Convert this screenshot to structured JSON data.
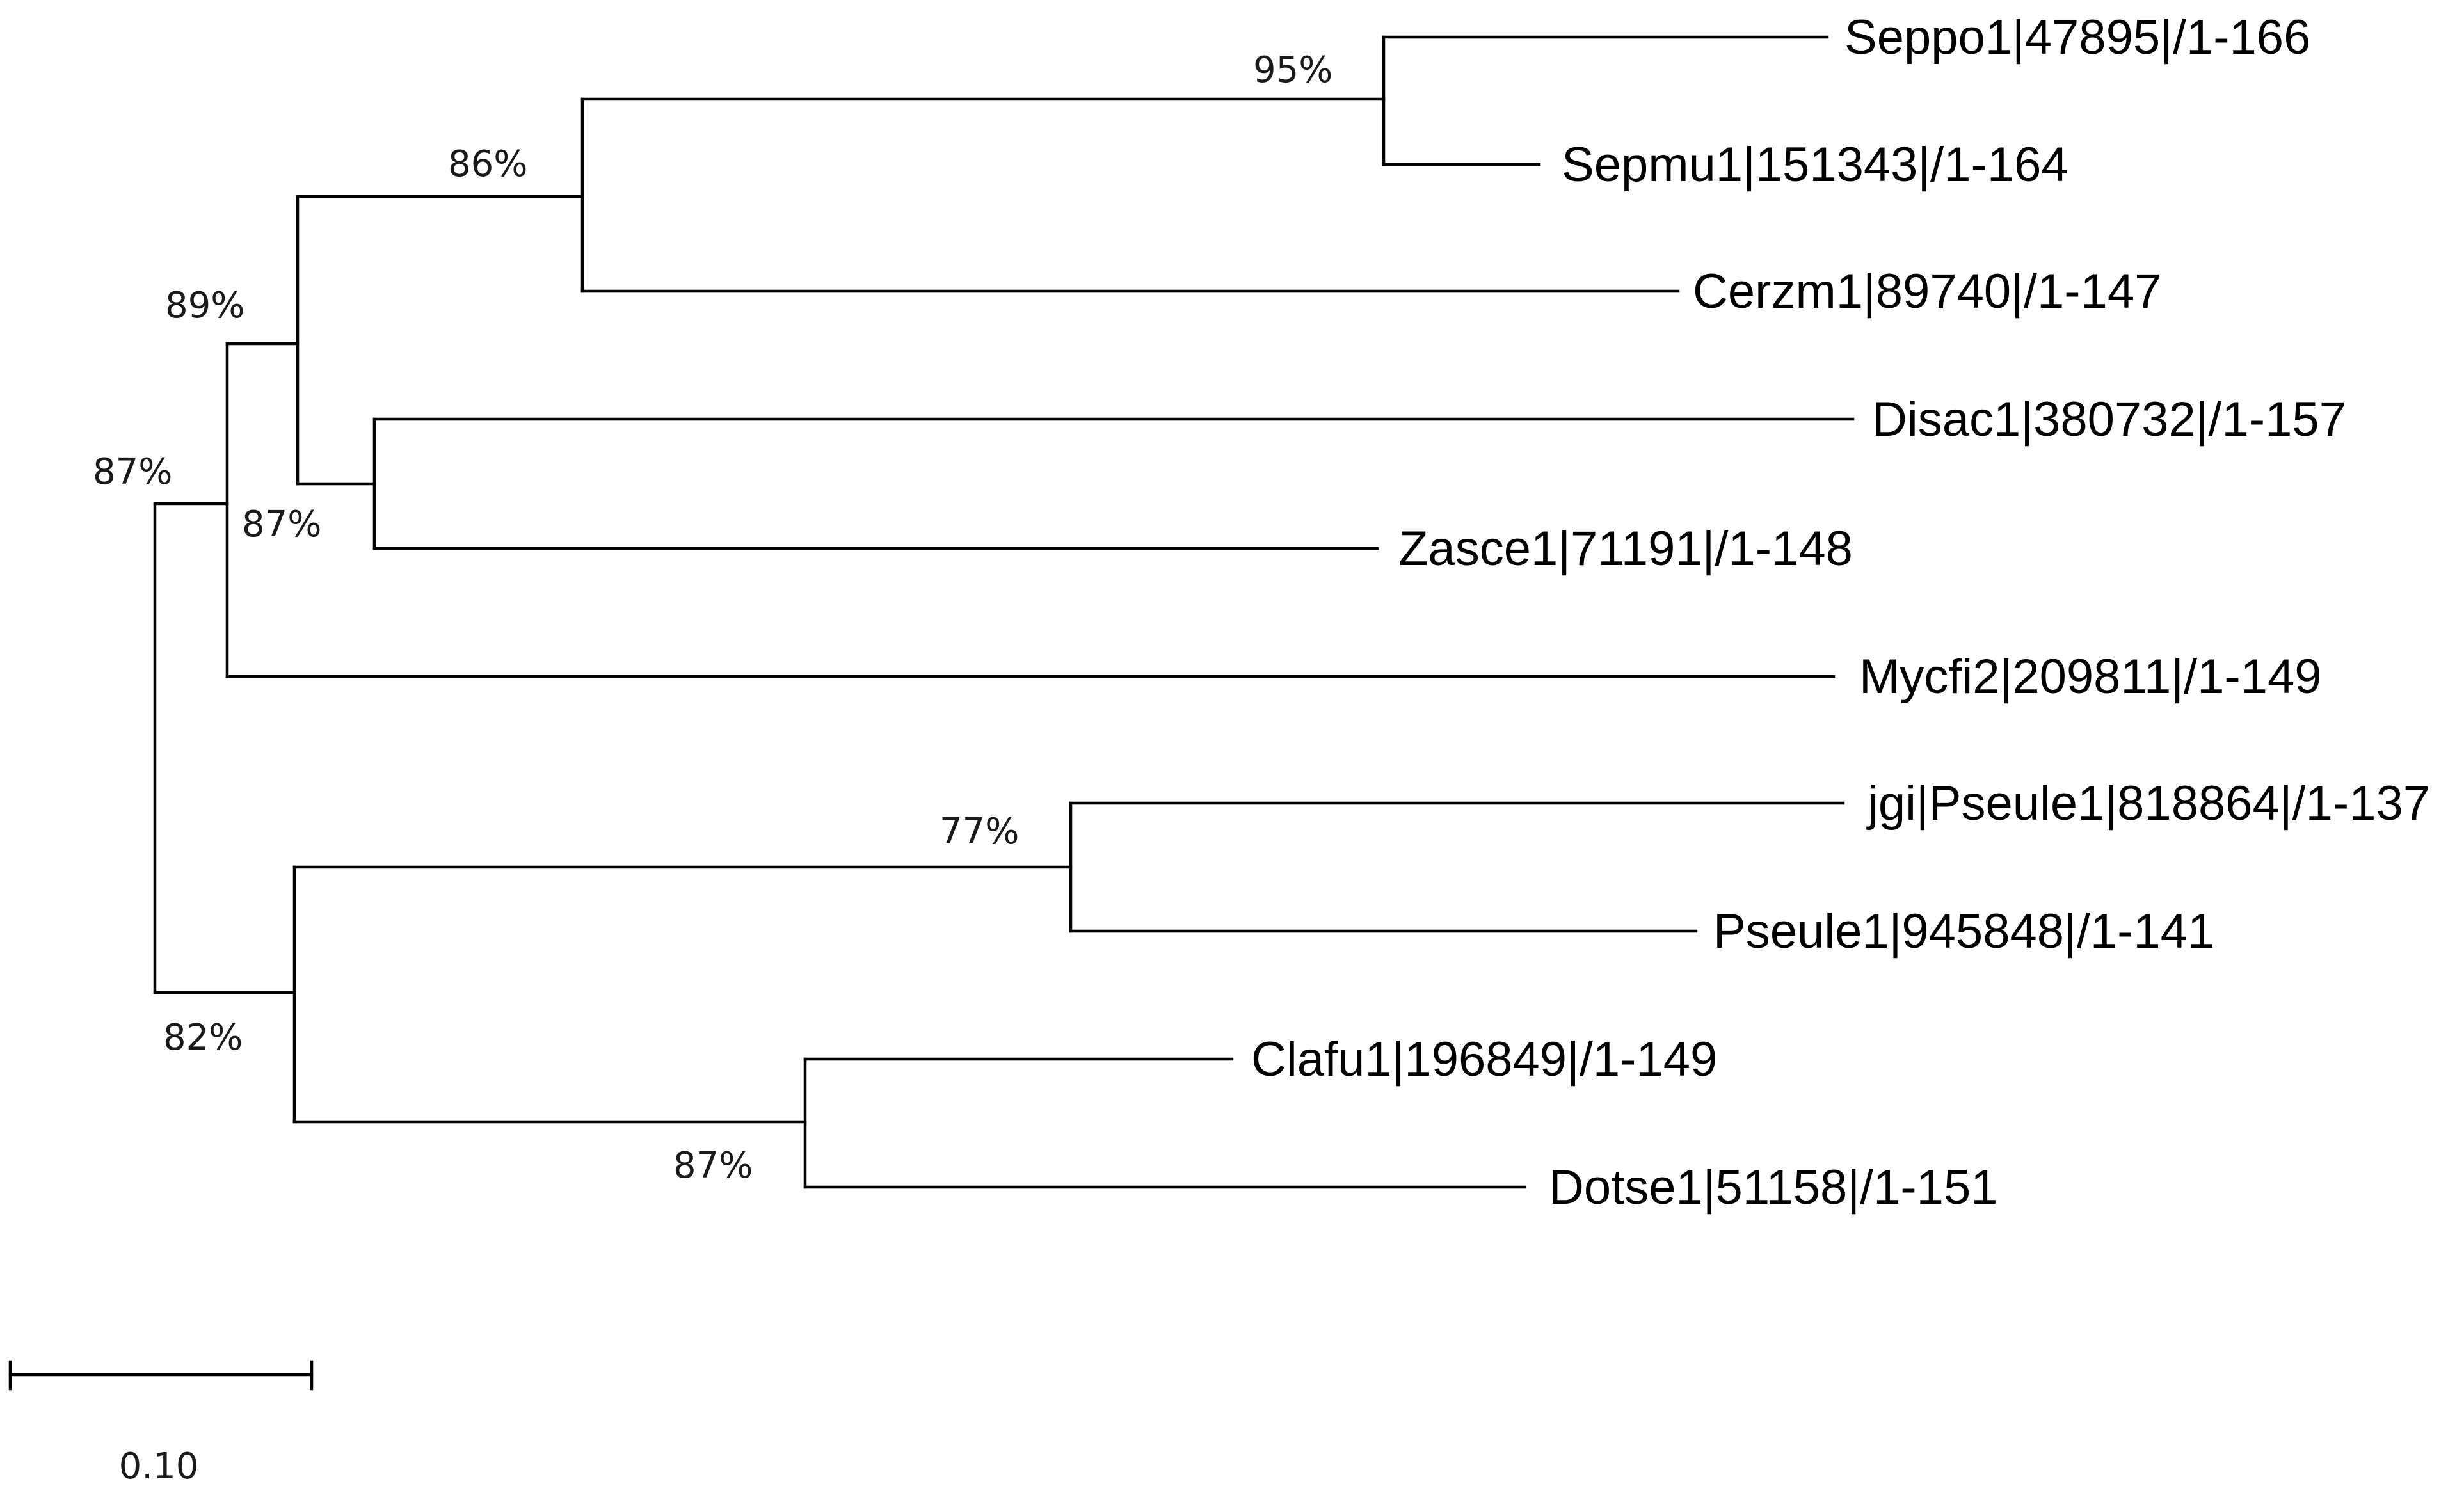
{
  "tree": {
    "taxa": [
      "Seppo1|47895|/1-166",
      "Sepmu1|151343|/1-164",
      "Cerzm1|89740|/1-147",
      "Disac1|380732|/1-157",
      "Zasce1|71191|/1-148",
      "Mycfi2|209811|/1-149",
      "jgi|Pseule1|818864|/1-137",
      "Pseule1|945848|/1-141",
      "Clafu1|196849|/1-149",
      "Dotse1|51158|/1-151"
    ],
    "support": {
      "seppo_sepmu": "95%",
      "seppo_cerzm": "86%",
      "upper_clade": "89%",
      "disac_zasce": "87%",
      "root_upper": "87%",
      "pseule_pair": "77%",
      "lower_clade": "82%",
      "clafu_dotse": "87%"
    }
  },
  "scale_bar": {
    "label": "0.10",
    "value": 0.1
  }
}
